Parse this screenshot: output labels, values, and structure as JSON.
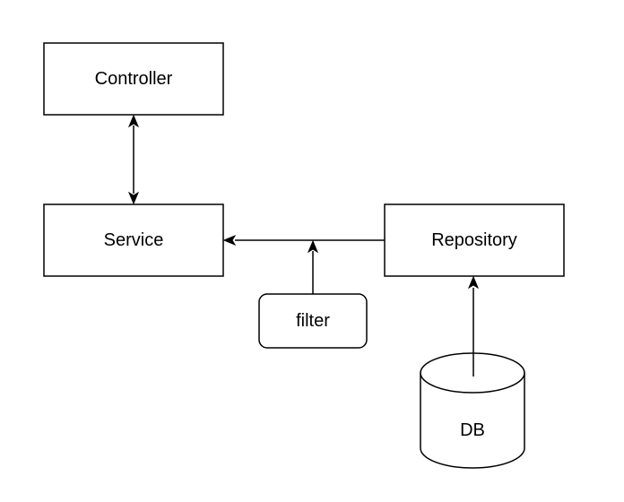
{
  "nodes": {
    "controller": {
      "label": "Controller"
    },
    "service": {
      "label": "Service"
    },
    "repository": {
      "label": "Repository"
    },
    "filter": {
      "label": "filter"
    },
    "db": {
      "label": "DB"
    }
  },
  "edges": [
    {
      "from": "controller",
      "to": "service",
      "direction": "both"
    },
    {
      "from": "repository",
      "to": "service",
      "direction": "forward"
    },
    {
      "from": "filter",
      "to": "repository-service-edge",
      "direction": "forward"
    },
    {
      "from": "db",
      "to": "repository",
      "direction": "forward"
    }
  ]
}
